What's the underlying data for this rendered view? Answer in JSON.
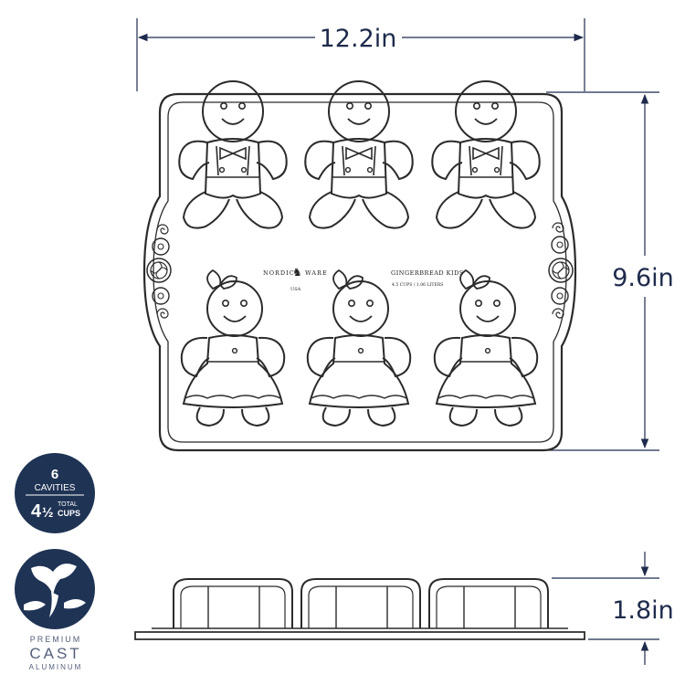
{
  "dimensions": {
    "width": "12.2in",
    "height": "9.6in",
    "depth": "1.8in"
  },
  "pan_engraving": {
    "brand_left": "NORDIC",
    "brand_right": "WARE",
    "origin": "USA",
    "product": "GINGERBREAD KIDS",
    "capacity": "4.5 CUPS / 1.06 LITERS"
  },
  "cavities_badge": {
    "count": "6",
    "label": "CAVITIES",
    "cups_whole": "4",
    "cups_fraction": "½",
    "total_label": "TOTAL",
    "cups_label": "CUPS",
    "color": "#1f3354"
  },
  "material_badge": {
    "line1": "PREMIUM",
    "line2": "CAST",
    "line3": "ALUMINUM",
    "color": "#1f3354"
  }
}
